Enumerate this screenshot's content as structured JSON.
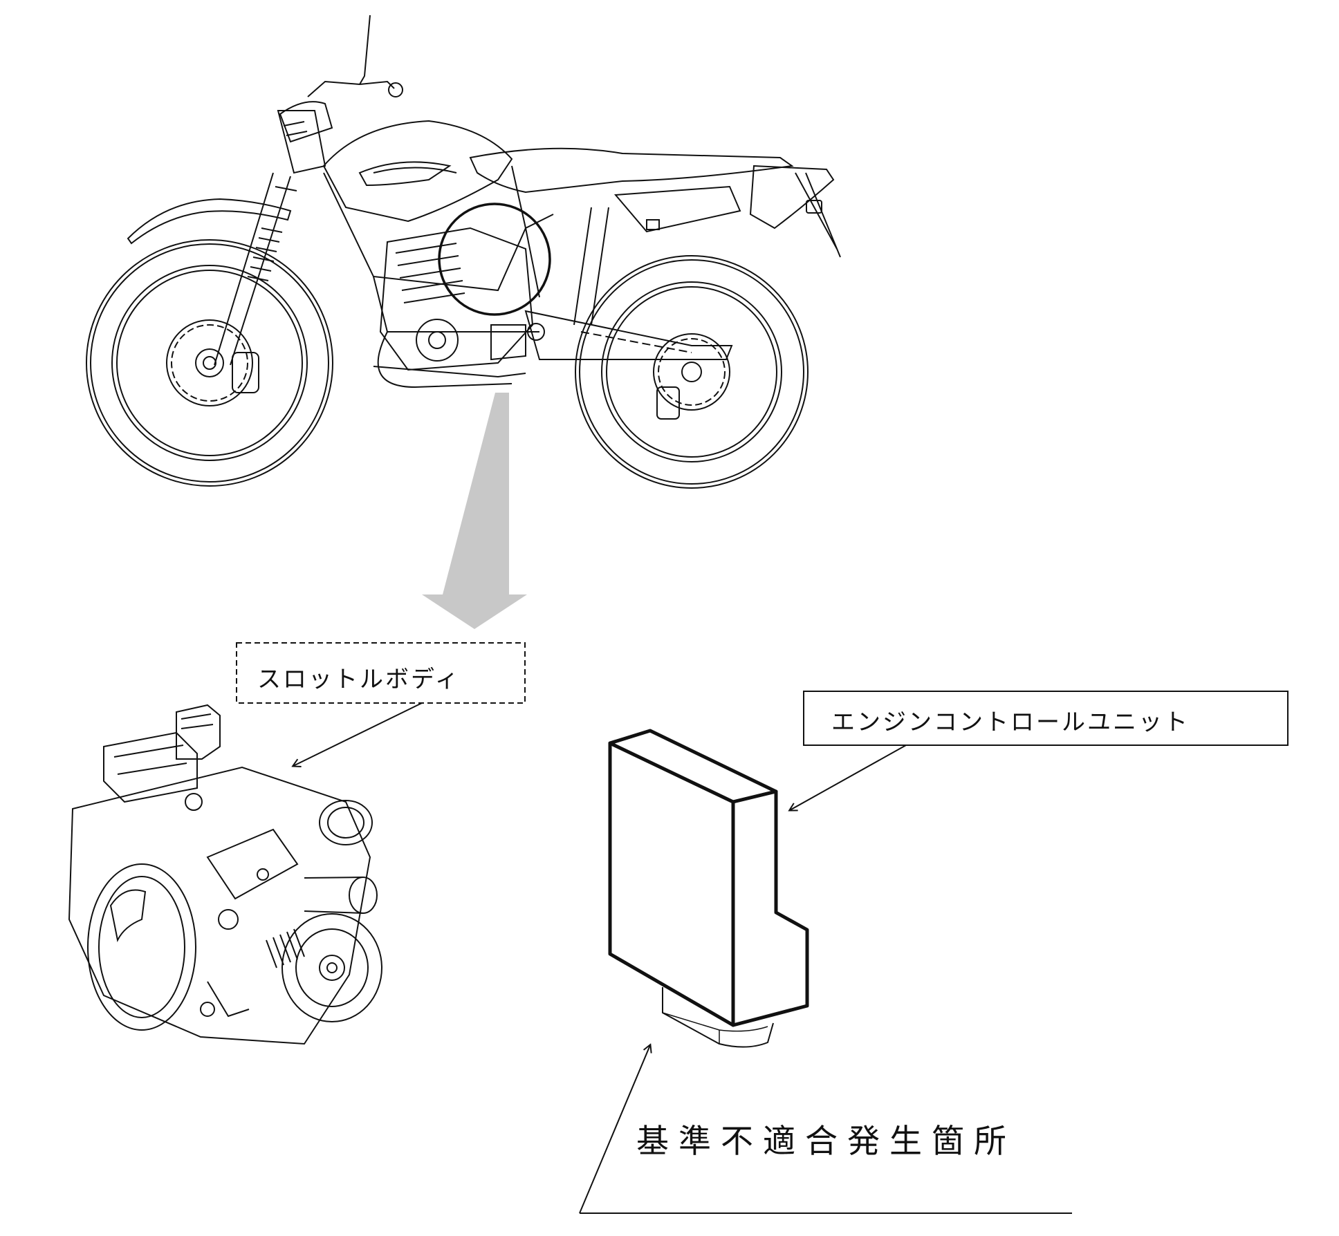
{
  "diagram": {
    "labels": {
      "throttle_body": "スロットルボディ",
      "engine_control_unit": "エンジンコントロールユニット",
      "nonconformity_location": "基準不適合発生箇所"
    },
    "colors": {
      "line": "#111111",
      "pointer_arrow": "#c8c8c8",
      "background": "#ffffff"
    },
    "icons": [
      "motorcycle-drawing",
      "throttle-body-drawing",
      "ecu-box-drawing"
    ]
  }
}
